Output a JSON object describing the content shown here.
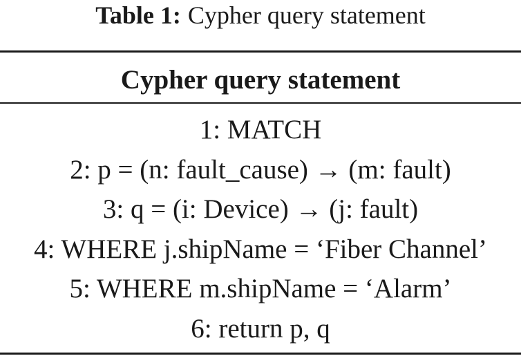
{
  "caption": {
    "label": "Table 1:",
    "text": "Cypher query statement"
  },
  "table": {
    "header": "Cypher query statement",
    "rows": [
      "1: MATCH",
      "2: p = (n: fault_cause) → (m: fault)",
      "3: q = (i: Device) → (j: fault)",
      "4: WHERE j.shipName = ‘Fiber Channel’",
      "5: WHERE m.shipName = ‘Alarm’",
      "6: return p, q"
    ]
  }
}
